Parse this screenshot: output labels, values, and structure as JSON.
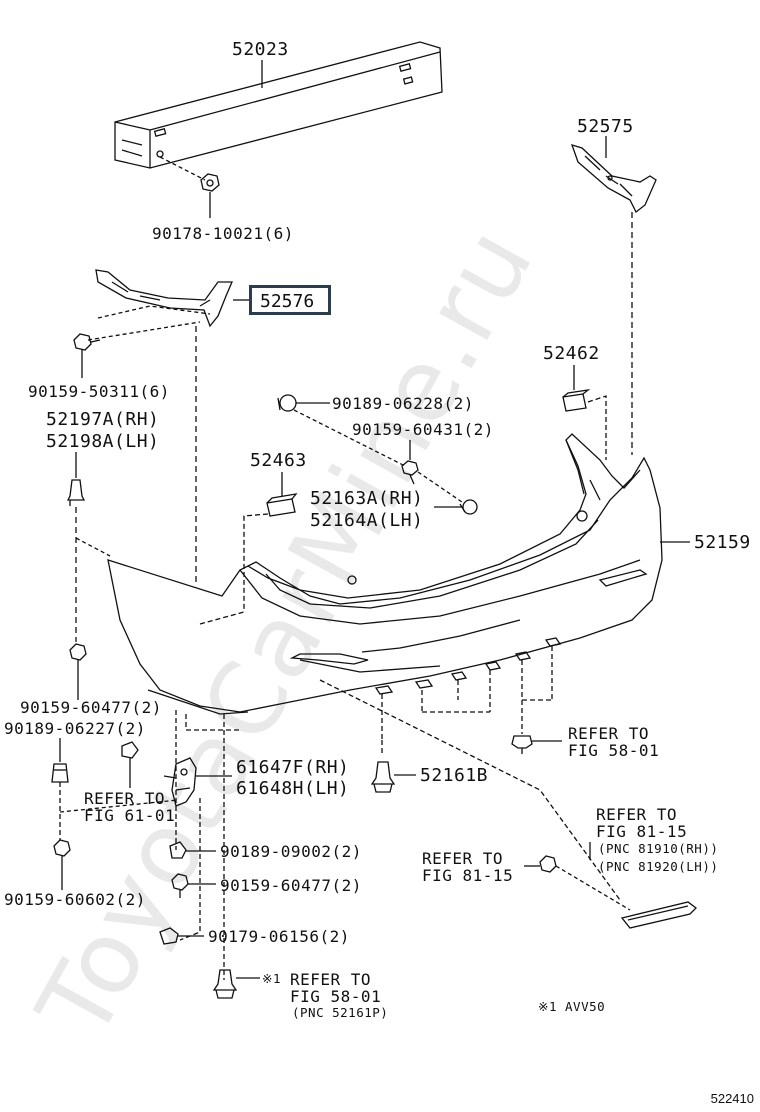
{
  "watermark": "ToyotaCarMine.ru",
  "diagram_code": "522410",
  "highlighted_part": "52576",
  "labels": {
    "p52023": "52023",
    "p90178": "90178-10021(6)",
    "p52575": "52575",
    "p90159_50311": "90159-50311(6)",
    "p52197": "52197A(RH)",
    "p52198": "52198A(LH)",
    "p52462": "52462",
    "p90189_06228": "90189-06228(2)",
    "p90159_60431": "90159-60431(2)",
    "p52463": "52463",
    "p52163": "52163A(RH)",
    "p52164": "52164A(LH)",
    "p52159": "52159",
    "p90159_60477a": "90159-60477(2)",
    "p90189_06227": "90189-06227(2)",
    "refer_fig61_line1": "REFER TO",
    "refer_fig61_line2": "FIG 61-01",
    "p61647": "61647F(RH)",
    "p61648": "61648H(LH)",
    "p52161": "52161B",
    "refer_fig58a_line1": "REFER TO",
    "refer_fig58a_line2": "FIG 58-01",
    "refer_fig81a_line1": "REFER TO",
    "refer_fig81a_line2": "FIG 81-15",
    "refer_fig81a_line3": "(PNC 81910(RH))",
    "refer_fig81a_line4": "(PNC 81920(LH))",
    "refer_fig81b_line1": "REFER TO",
    "refer_fig81b_line2": "FIG 81-15",
    "p90189_09002": "90189-09002(2)",
    "p90159_60477b": "90159-60477(2)",
    "p90159_60602": "90159-60602(2)",
    "p90179_06156": "90179-06156(2)",
    "refer_fig58b_mark": "※1",
    "refer_fig58b_line1": "REFER TO",
    "refer_fig58b_line2": "FIG 58-01",
    "refer_fig58b_line3": "(PNC 52161P)",
    "footnote": "※1  AVV50"
  }
}
